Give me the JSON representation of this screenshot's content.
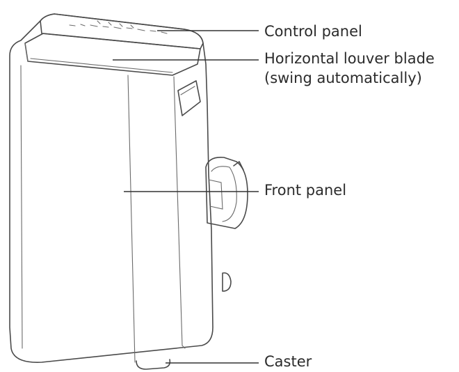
{
  "labels": {
    "control_panel": "Control panel",
    "louver_line1": "Horizontal louver blade",
    "louver_line2": "(swing automatically)",
    "front_panel": "Front panel",
    "caster": "Caster"
  },
  "colors": {
    "ink": "#4a4a4a",
    "text": "#2b2b2b",
    "background": "#ffffff"
  }
}
